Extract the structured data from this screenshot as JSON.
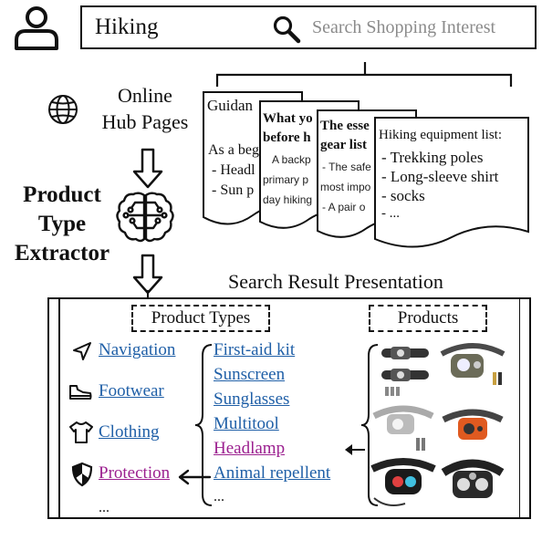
{
  "query": {
    "text": "Hiking",
    "placeholder": "Search Shopping Interest"
  },
  "hub": {
    "line1": "Online",
    "line2": "Hub Pages"
  },
  "extractor": {
    "line1": "Product",
    "line2": "Type",
    "line3": "Extractor"
  },
  "pages": [
    {
      "title": "Guidan",
      "lines": [
        "As a beg",
        "- Headl",
        "- Sun p"
      ]
    },
    {
      "title1": "What yo",
      "title2": "before h",
      "lines": [
        "A backp",
        "primary p",
        "day hiking"
      ]
    },
    {
      "title1": "The esse",
      "title2": "gear list",
      "lines": [
        "- The safe",
        "most impo",
        "- A pair o"
      ]
    },
    {
      "title": "Hiking equipment list:",
      "lines": [
        "- Trekking poles",
        "- Long-sleeve shirt",
        "- socks",
        "- ..."
      ]
    }
  ],
  "srp": {
    "title": "Search Result Presentation",
    "types_label": "Product Types",
    "products_label": "Products"
  },
  "categories": [
    {
      "label": "Navigation",
      "icon": "navigation-arrow-icon"
    },
    {
      "label": "Footwear",
      "icon": "shoe-icon"
    },
    {
      "label": "Clothing",
      "icon": "tshirt-icon"
    },
    {
      "label": "Protection",
      "icon": "shield-icon",
      "selected": true
    }
  ],
  "categories_more": "...",
  "types": [
    "First-aid kit",
    "Sunscreen",
    "Sunglasses",
    "Multitool",
    "Headlamp",
    "Animal repellent"
  ],
  "types_more": "...",
  "selected_type": "Headlamp",
  "colors": {
    "link": "#1f5fa7",
    "selected_link": "#9b1f8f",
    "placeholder": "#8b8b8b"
  }
}
